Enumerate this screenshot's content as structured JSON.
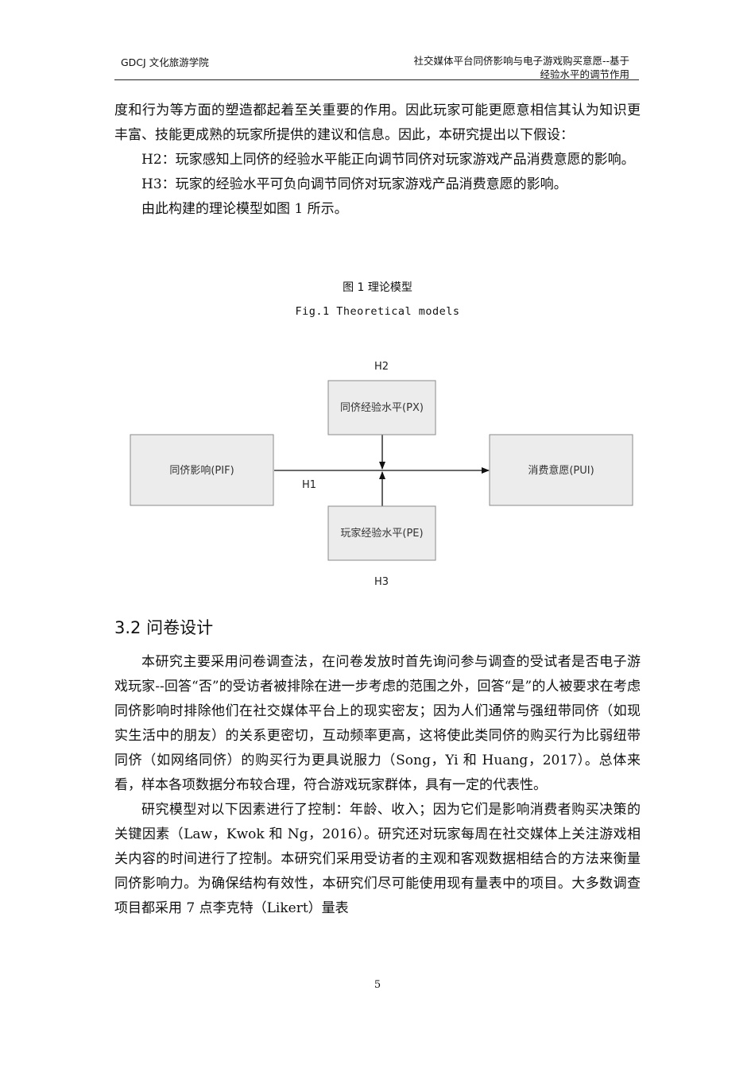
{
  "header": {
    "left": "GDCJ 文化旅游学院",
    "right_line1": "社交媒体平台同侪影响与电子游戏购买意愿--基于",
    "right_line2": "经验水平的调节作用"
  },
  "intro": {
    "p1": "度和行为等方面的塑造都起着至关重要的作用。因此玩家可能更愿意相信其认为知识更丰富、技能更成熟的玩家所提供的建议和信息。因此，本研究提出以下假设：",
    "p2": "H2：玩家感知上同侪的经验水平能正向调节同侪对玩家游戏产品消费意愿的影响。",
    "p3": "H3：玩家的经验水平可负向调节同侪对玩家游戏产品消费意愿的影响。",
    "p4": "由此构建的理论模型如图 1 所示。"
  },
  "figure": {
    "caption_cn": "图 1 理论模型",
    "caption_en": "Fig.1 Theoretical models",
    "boxes": {
      "pif": "同侪影响(PIF)",
      "px": "同侪经验水平(PX)",
      "pe": "玩家经验水平(PE)",
      "pui": "消费意愿(PUI)"
    },
    "labels": {
      "h1": "H1",
      "h2": "H2",
      "h3": "H3"
    },
    "colors": {
      "box_fill": "#ececec",
      "box_stroke": "#8a8a8a",
      "arrow": "#111111"
    }
  },
  "section": {
    "title": "3.2 问卷设计"
  },
  "section_text": {
    "p1": "本研究主要采用问卷调查法，在问卷发放时首先询问参与调查的受试者是否电子游戏玩家--回答“否”的受访者被排除在进一步考虑的范围之外，回答“是”的人被要求在考虑同侪影响时排除他们在社交媒体平台上的现实密友；因为人们通常与强纽带同侪（如现实生活中的朋友）的关系更密切，互动频率更高，这将使此类同侪的购买行为比弱纽带同侪（如网络同侪）的购买行为更具说服力（Song，Yi 和 Huang，2017）。总体来看，样本各项数据分布较合理，符合游戏玩家群体，具有一定的代表性。",
    "p2": "研究模型对以下因素进行了控制：年龄、收入；因为它们是影响消费者购买决策的关键因素（Law，Kwok 和 Ng，2016）。研究还对玩家每周在社交媒体上关注游戏相关内容的时间进行了控制。本研究们采用受访者的主观和客观数据相结合的方法来衡量同侪影响力。为确保结构有效性，本研究们尽可能使用现有量表中的项目。大多数调查项目都采用 7 点李克特（Likert）量表"
  },
  "footer": {
    "page_number": "5"
  }
}
